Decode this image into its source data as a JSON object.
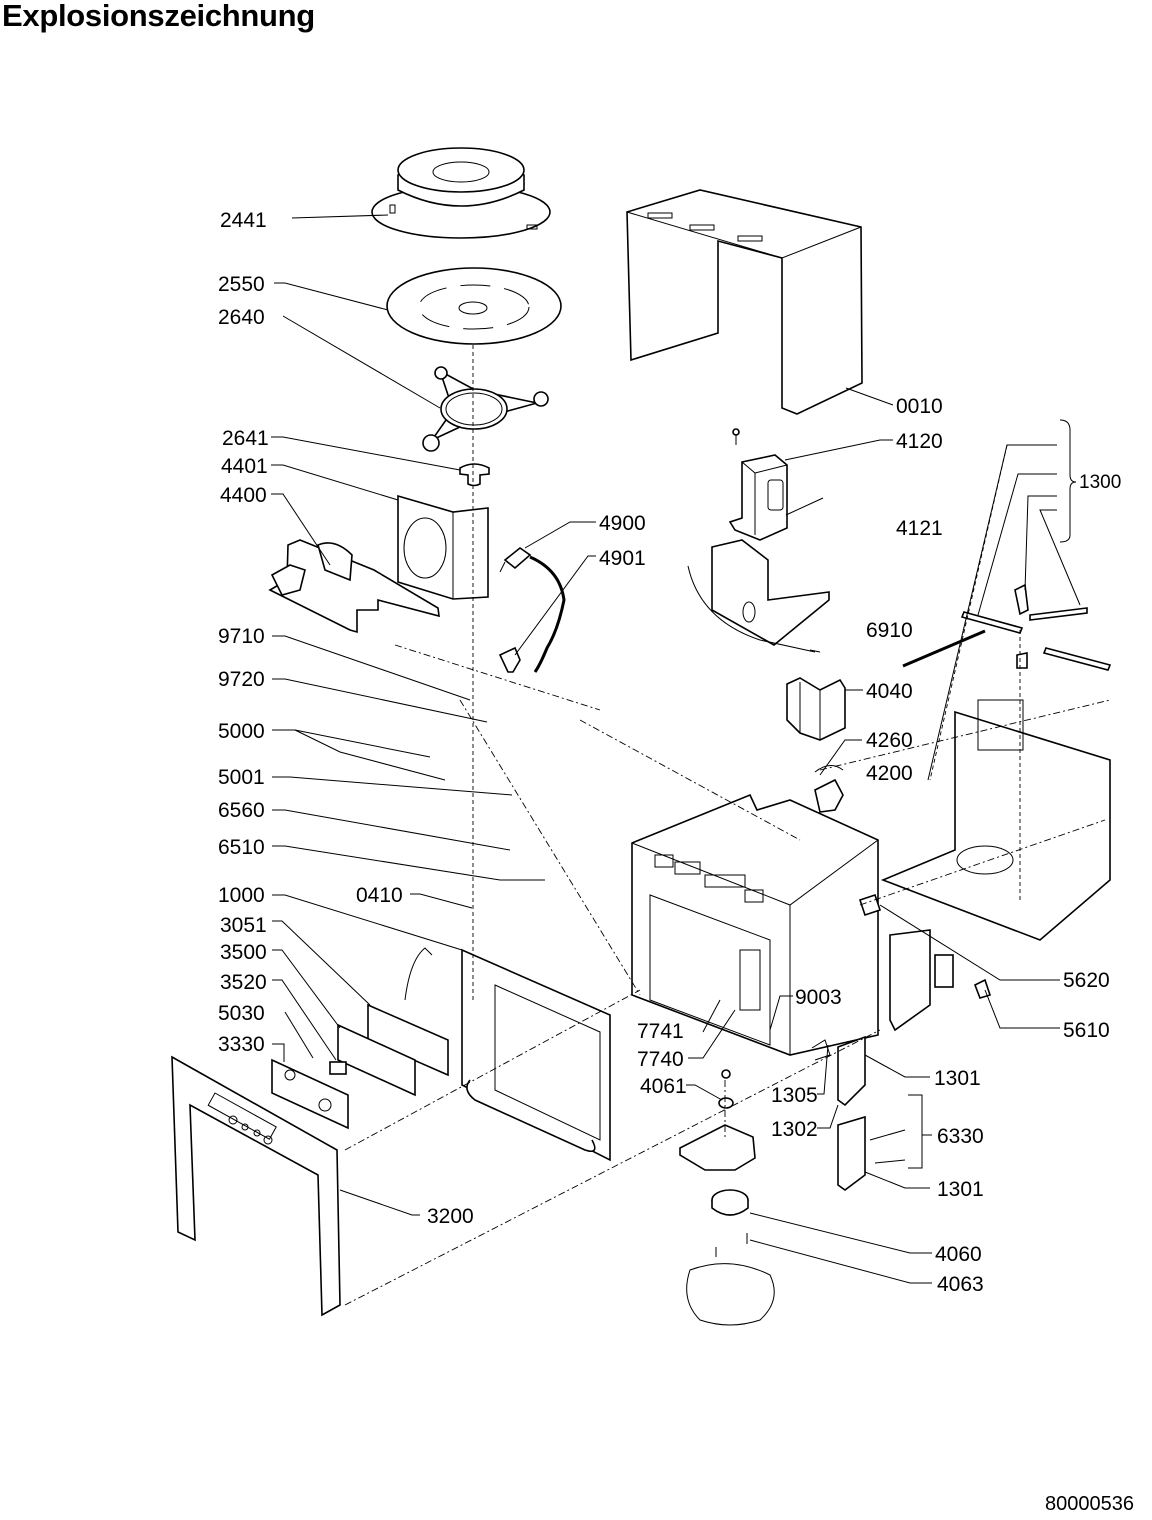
{
  "title": "Explosionszeichnung",
  "document_number": "80000536",
  "parts": [
    {
      "id": "2441",
      "label": "2441"
    },
    {
      "id": "2550",
      "label": "2550"
    },
    {
      "id": "2640",
      "label": "2640"
    },
    {
      "id": "2641",
      "label": "2641"
    },
    {
      "id": "4401",
      "label": "4401"
    },
    {
      "id": "4400",
      "label": "4400"
    },
    {
      "id": "9710",
      "label": "9710"
    },
    {
      "id": "9720",
      "label": "9720"
    },
    {
      "id": "5000",
      "label": "5000"
    },
    {
      "id": "5001",
      "label": "5001"
    },
    {
      "id": "6560",
      "label": "6560"
    },
    {
      "id": "6510",
      "label": "6510"
    },
    {
      "id": "1000",
      "label": "1000"
    },
    {
      "id": "0410",
      "label": "0410"
    },
    {
      "id": "3051",
      "label": "3051"
    },
    {
      "id": "3500",
      "label": "3500"
    },
    {
      "id": "3520",
      "label": "3520"
    },
    {
      "id": "5030",
      "label": "5030"
    },
    {
      "id": "3330",
      "label": "3330"
    },
    {
      "id": "3200",
      "label": "3200"
    },
    {
      "id": "0010",
      "label": "0010"
    },
    {
      "id": "4120",
      "label": "4120"
    },
    {
      "id": "4121",
      "label": "4121"
    },
    {
      "id": "1300",
      "label": "1300"
    },
    {
      "id": "4900",
      "label": "4900"
    },
    {
      "id": "4901",
      "label": "4901"
    },
    {
      "id": "6910",
      "label": "6910"
    },
    {
      "id": "4040",
      "label": "4040"
    },
    {
      "id": "4260",
      "label": "4260"
    },
    {
      "id": "4200",
      "label": "4200"
    },
    {
      "id": "5620",
      "label": "5620"
    },
    {
      "id": "5610",
      "label": "5610"
    },
    {
      "id": "9003",
      "label": "9003"
    },
    {
      "id": "7741",
      "label": "7741"
    },
    {
      "id": "7740",
      "label": "7740"
    },
    {
      "id": "4061",
      "label": "4061"
    },
    {
      "id": "1305",
      "label": "1305"
    },
    {
      "id": "1302",
      "label": "1302"
    },
    {
      "id": "1301a",
      "label": "1301"
    },
    {
      "id": "6330",
      "label": "6330"
    },
    {
      "id": "1301b",
      "label": "1301"
    },
    {
      "id": "4060",
      "label": "4060"
    },
    {
      "id": "4063",
      "label": "4063"
    }
  ]
}
